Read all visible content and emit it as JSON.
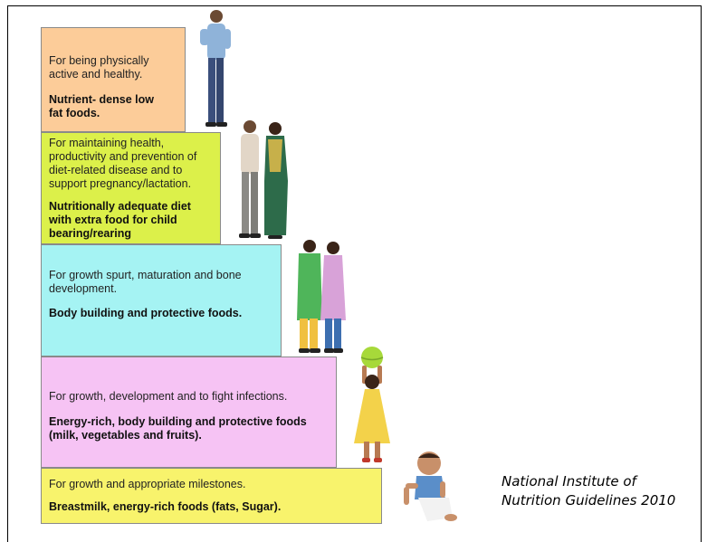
{
  "steps": [
    {
      "purpose": "For being physically active and healthy.",
      "food": "Nutrient- dense low fat foods.",
      "color": "#fccc99"
    },
    {
      "purpose": "For maintaining health, productivity and prevention of diet-related disease and to support pregnancy/lactation.",
      "food": "Nutritionally adequate diet with extra food for child bearing/rearing",
      "color": "#dcf04a"
    },
    {
      "purpose": "For growth spurt, maturation and bone development.",
      "food": "Body building and protective foods.",
      "color": "#a5f3f3"
    },
    {
      "purpose": "For growth, development and to fight infections.",
      "food": "Energy-rich, body building and protective foods (milk, vegetables and fruits).",
      "color": "#f6c3f4"
    },
    {
      "purpose": "For growth and appropriate milestones.",
      "food": "Breastmilk, energy-rich foods (fats, Sugar).",
      "color": "#f8f36c"
    }
  ],
  "credit": {
    "line1": "National Institute of",
    "line2": "Nutrition Guidelines 2010"
  }
}
